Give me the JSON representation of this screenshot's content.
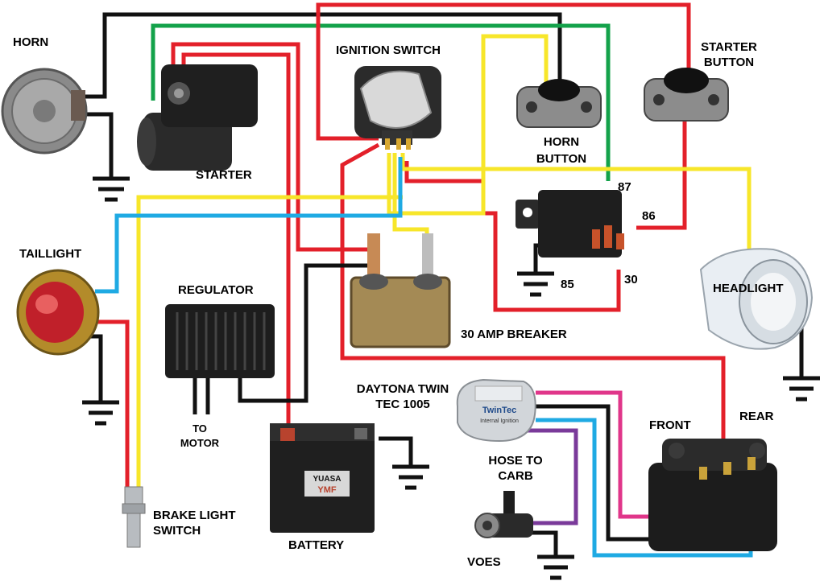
{
  "labels": {
    "horn": "HORN",
    "starter": "STARTER",
    "ignition_switch": "IGNITION SWITCH",
    "horn_button_1": "HORN",
    "horn_button_2": "BUTTON",
    "starter_button_1": "STARTER",
    "starter_button_2": "BUTTON",
    "taillight": "TAILLIGHT",
    "regulator": "REGULATOR",
    "breaker": "30 AMP BREAKER",
    "headlight": "HEADLIGHT",
    "relay_87": "87",
    "relay_86": "86",
    "relay_85": "85",
    "relay_30": "30",
    "twintec_1": "DAYTONA TWIN",
    "twintec_2": "TEC 1005",
    "front": "FRONT",
    "rear": "REAR",
    "hose_1": "HOSE TO",
    "hose_2": "CARB",
    "to_motor_1": "TO",
    "to_motor_2": "MOTOR",
    "battery": "BATTERY",
    "brake_1": "BRAKE LIGHT",
    "brake_2": "SWITCH",
    "voes": "VOES"
  },
  "component_text": {
    "battery_brand": "YUASA",
    "battery_sub": "YMF",
    "twintec_name": "TwinTec",
    "twintec_sub": "Internal Ignition"
  },
  "wire_colors": {
    "black": "#111111",
    "red": "#e3202a",
    "green": "#13a24a",
    "yellow": "#f7e62a",
    "blue": "#1faae3",
    "pink": "#e0368a",
    "purple": "#7a3a9a"
  }
}
